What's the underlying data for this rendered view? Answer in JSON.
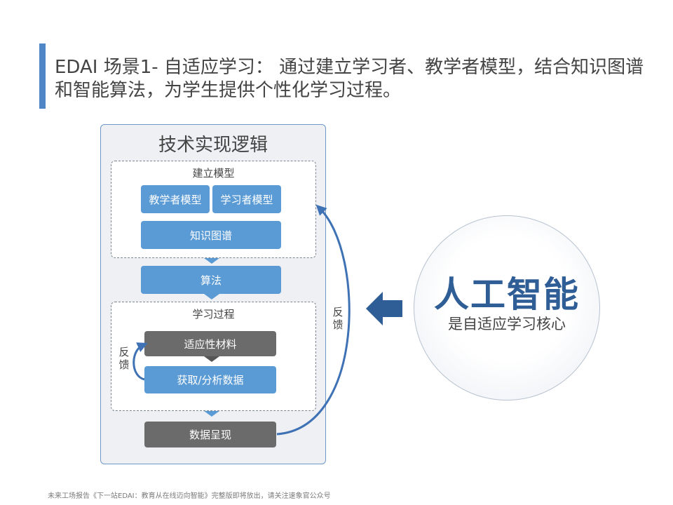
{
  "slide": {
    "title": "EDAI 场景1- 自适应学习： 通过建立学习者、教学者模型，结合知识图谱和智能算法，为学生提供个性化学习过程。",
    "footer": "未来工场报告《下一站EDAI：教育从在线迈向智能》完整版即将放出，请关注速象官公众号"
  },
  "panel": {
    "title": "技术实现逻辑",
    "model_group": {
      "label": "建立模型",
      "teacher_model": "教学者模型",
      "learner_model": "学习者模型",
      "knowledge_graph": "知识图谱"
    },
    "algorithm": "算法",
    "process_group": {
      "label": "学习过程",
      "adaptive_material": "适应性材料",
      "data_analysis": "获取/分析数据",
      "inner_feedback": "反馈"
    },
    "data_presentation": "数据呈现",
    "outer_feedback": "反馈"
  },
  "ai": {
    "title": "人工智能",
    "subtitle": "是自适应学习核心"
  },
  "colors": {
    "accent": "#4f86c6",
    "node_blue": "#5b9bd5",
    "node_gray": "#6b6b6b",
    "arrow_dark": "#2f5d95",
    "connector": "#3f72b5"
  }
}
